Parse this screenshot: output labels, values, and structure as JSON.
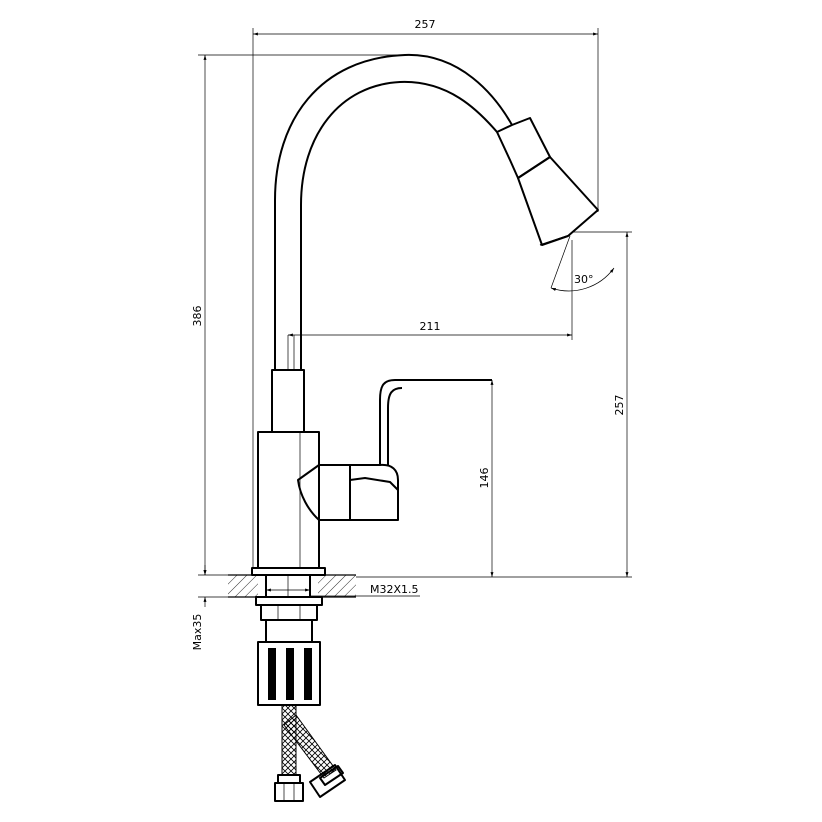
{
  "dimensions": {
    "overall_width": "257",
    "overall_height": "386",
    "spout_reach": "211",
    "spout_height": "257",
    "handle_height": "146",
    "swivel_angle": "30°",
    "thread": "M32X1.5",
    "max_counter_thickness": "Max35"
  }
}
